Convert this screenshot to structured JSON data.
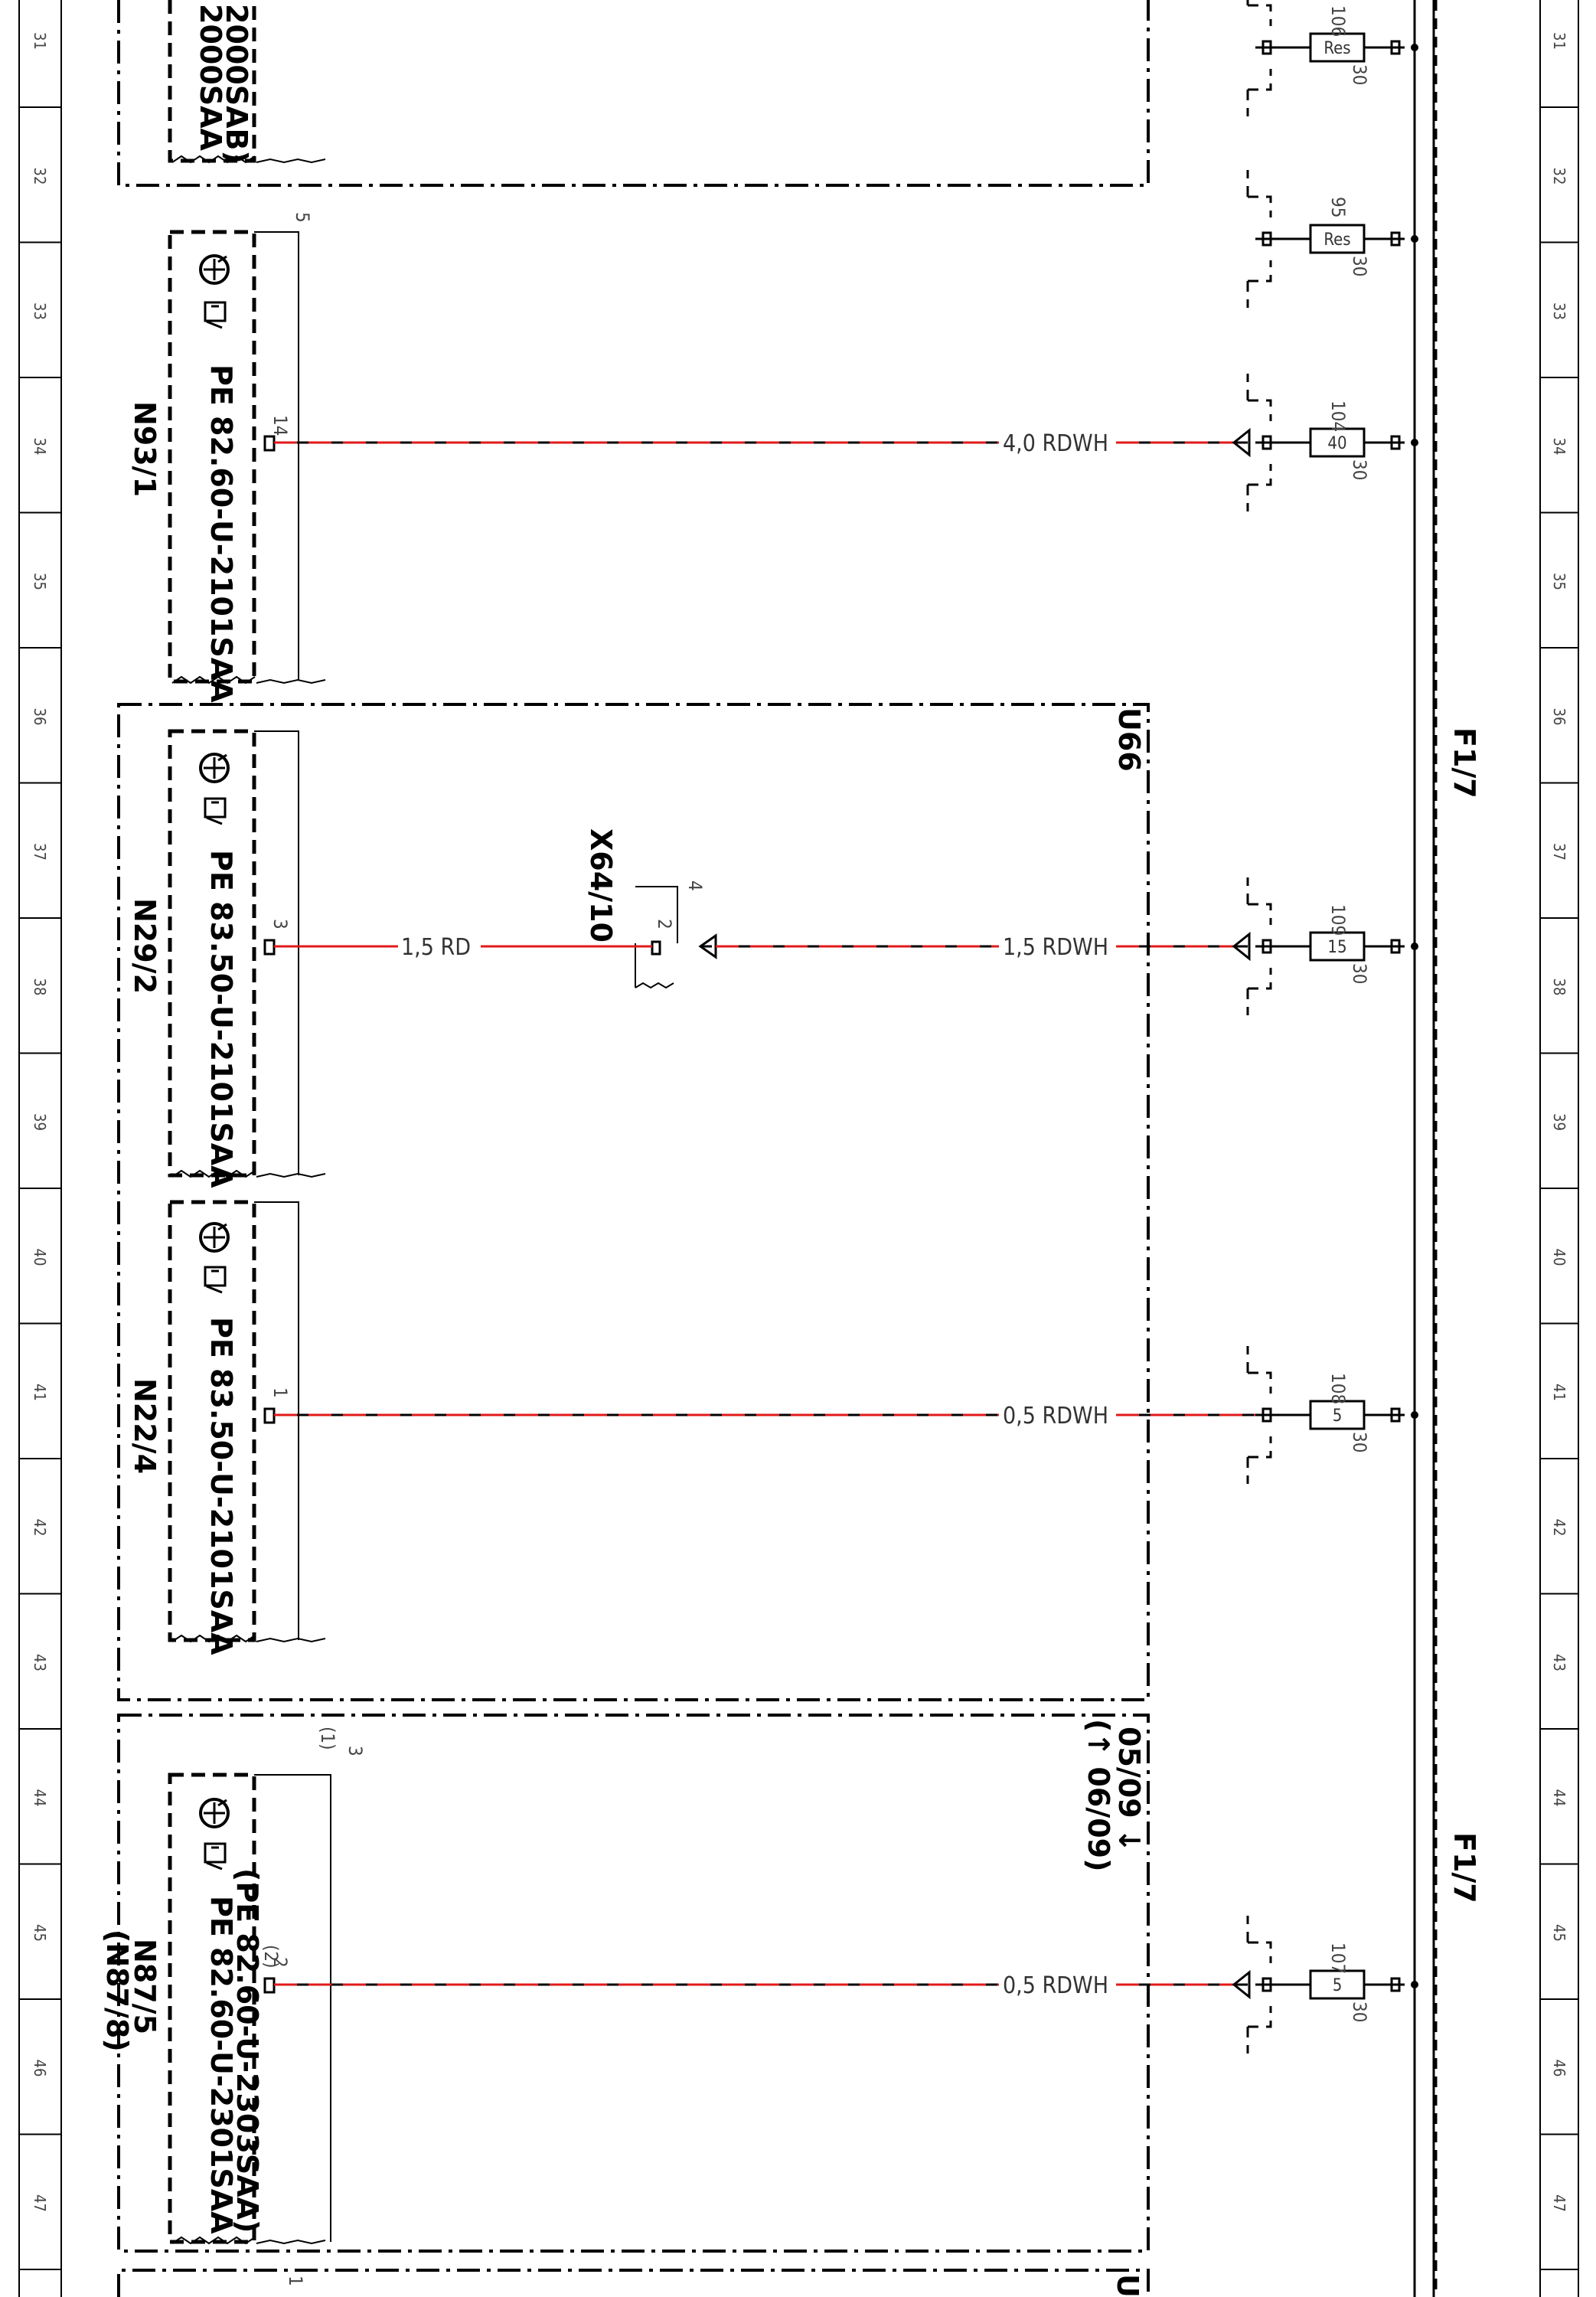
{
  "grid_numbers": [
    "31",
    "32",
    "33",
    "34",
    "35",
    "36",
    "37",
    "38",
    "39",
    "40",
    "41",
    "42",
    "43",
    "44",
    "45",
    "46",
    "47"
  ],
  "top_module": {
    "text_line1": "2000SAA",
    "text_line2": "2000SAB)"
  },
  "fuse_bus_label": "F1/7",
  "fuse_bus_label_2": "F1/7",
  "modules": [
    {
      "code": "N93/1",
      "pe_ref": "PE 82.60-U-2101SAA",
      "pin": "14",
      "corner_pin": "5"
    },
    {
      "code": "N29/2",
      "pe_ref": "PE 83.50-U-2101SAA",
      "pin": "3"
    },
    {
      "code": "N22/4",
      "pe_ref": "PE 83.50-U-2101SAA",
      "pin": "1"
    },
    {
      "code": "N87/5",
      "code_alt": "(N87/8)",
      "pe_ref": "PE 82.60-U-2301SAA",
      "pe_ref_alt": "(PE 82.60-U-2303SAA)",
      "pin": "2",
      "pin_alt": "(2)",
      "corner_pin": "3",
      "corner_pin_alt": "(1)"
    }
  ],
  "group_box_label": "U66",
  "date_note": {
    "line1": "05/09 ↓",
    "line2": "(↑ 06/09)"
  },
  "connector": {
    "code": "X64/10",
    "pin_outer": "4",
    "pin_inner": "2"
  },
  "wires": [
    {
      "label": "4,0 RDWH"
    },
    {
      "label": "1,5 RD"
    },
    {
      "label": "1,5 RDWH"
    },
    {
      "label": "0,5 RDWH"
    },
    {
      "label": "0,5 RDWH"
    }
  ],
  "fuses": [
    {
      "num": "106",
      "rating": "Res",
      "pin": "30"
    },
    {
      "num": "95",
      "rating": "Res",
      "pin": "30"
    },
    {
      "num": "104",
      "rating": "40",
      "pin": "30"
    },
    {
      "num": "109",
      "rating": "15",
      "pin": "30"
    },
    {
      "num": "108",
      "rating": "5",
      "pin": "30"
    },
    {
      "num": "107",
      "rating": "5",
      "pin": "30"
    }
  ],
  "bottom_markers": {
    "right": "U",
    "left": "1"
  },
  "colors": {
    "wire_red": "#e21a1a",
    "line": "#000000"
  }
}
